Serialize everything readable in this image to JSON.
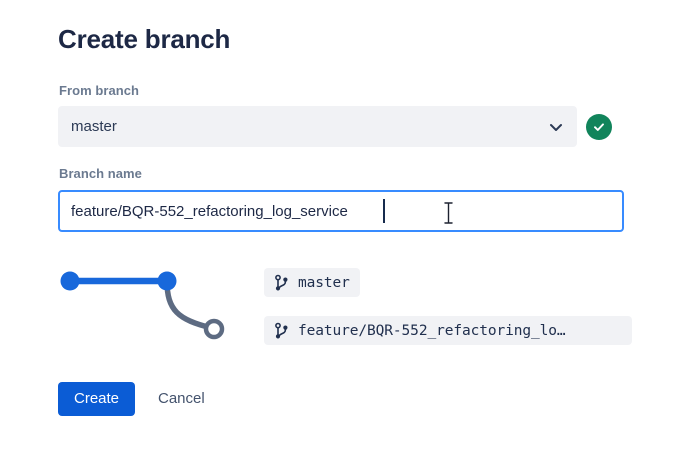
{
  "dialog": {
    "title": "Create branch"
  },
  "from_branch": {
    "label": "From branch",
    "value": "master",
    "chevron_icon": "chevron-down-icon",
    "valid_icon": "check-icon",
    "valid_color": "#11845b",
    "field_bg": "#f1f2f5"
  },
  "branch_name": {
    "label": "Branch name",
    "value": "feature/BQR-552_refactoring_log_service",
    "placeholder": "Branch name",
    "focus_color": "#388bff"
  },
  "graph": {
    "node_color": "#1868db",
    "branch_color": "#5d6b82",
    "nodes": [
      {
        "name": "commit-node-1",
        "filled": true
      },
      {
        "name": "commit-node-2",
        "filled": true
      },
      {
        "name": "new-branch-node",
        "filled": false
      }
    ]
  },
  "branch_labels": [
    {
      "icon": "branch-icon",
      "text": "master"
    },
    {
      "icon": "branch-icon",
      "text": "feature/BQR-552_refactoring_lo…"
    }
  ],
  "actions": {
    "create_label": "Create",
    "cancel_label": "Cancel",
    "primary_color": "#0b5cd5"
  },
  "cursor": {
    "type": "i-beam-cursor"
  }
}
